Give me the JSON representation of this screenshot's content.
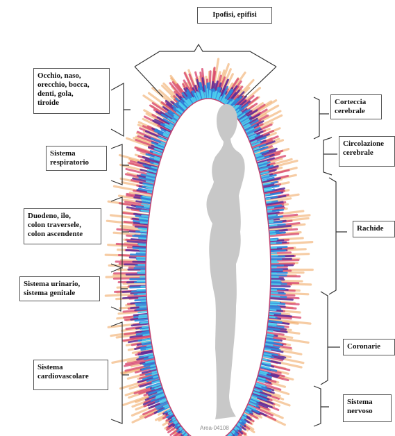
{
  "colors": {
    "aura_outer": "#f0a35a",
    "aura_mid": "#d8406a",
    "aura_purple": "#5a2a9a",
    "aura_inner": "#2a8ae0",
    "aura_cyan": "#4dd0f0",
    "figure": "#c8c8c8",
    "ellipse_edge": "#c04070"
  },
  "labels": {
    "top": [
      "Ipofisi, epifisi"
    ],
    "left": [
      [
        "Occhio, naso,",
        "orecchio, bocca,",
        "denti, gola,",
        "tiroide"
      ],
      [
        "Sistema",
        "respiratorio"
      ],
      [
        "Duodeno, ilo,",
        "colon traversele,",
        "colon ascendente"
      ],
      [
        "Sistema urinario,",
        "sistema genitale"
      ],
      [
        "Sistema",
        "cardiovascolare"
      ]
    ],
    "right": [
      [
        "Corteccia",
        "cerebrale"
      ],
      [
        "Circolazione",
        "cerebrale"
      ],
      [
        "Rachide"
      ],
      [
        "Coronarie"
      ],
      [
        "Sistema",
        "nervoso"
      ]
    ]
  },
  "watermark": "Area-04108"
}
